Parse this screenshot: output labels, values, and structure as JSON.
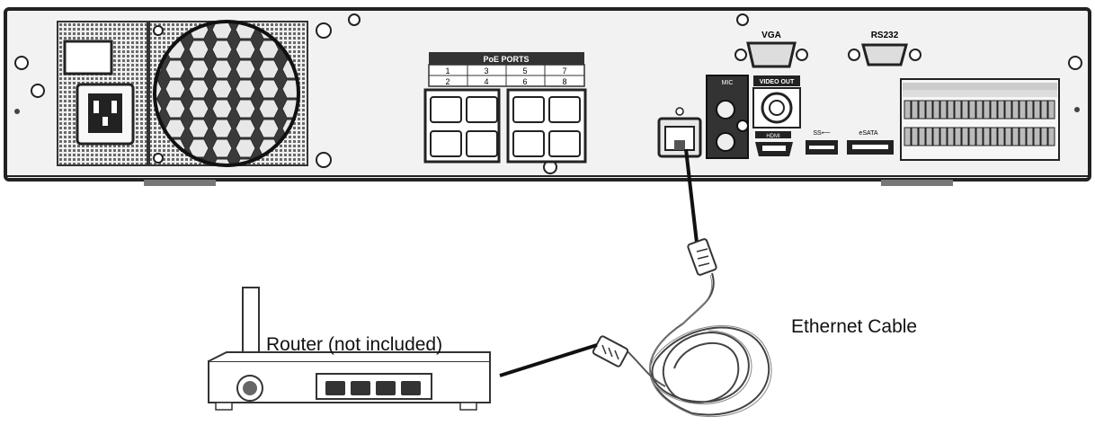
{
  "panel": {
    "poe_title": "PoE PORTS",
    "poe_numbers_top": [
      "1",
      "3",
      "5",
      "7"
    ],
    "poe_numbers_bottom": [
      "2",
      "4",
      "6",
      "8"
    ],
    "vga_label": "VGA",
    "rs232_label": "RS232",
    "video_out_label": "VIDEO OUT",
    "audio_label": "MIC",
    "hdmi_label": "HDMI",
    "usb_label": "SS⟵",
    "esata_label": "eSATA"
  },
  "labels": {
    "router": "Router (not included)",
    "cable": "Ethernet Cable"
  }
}
